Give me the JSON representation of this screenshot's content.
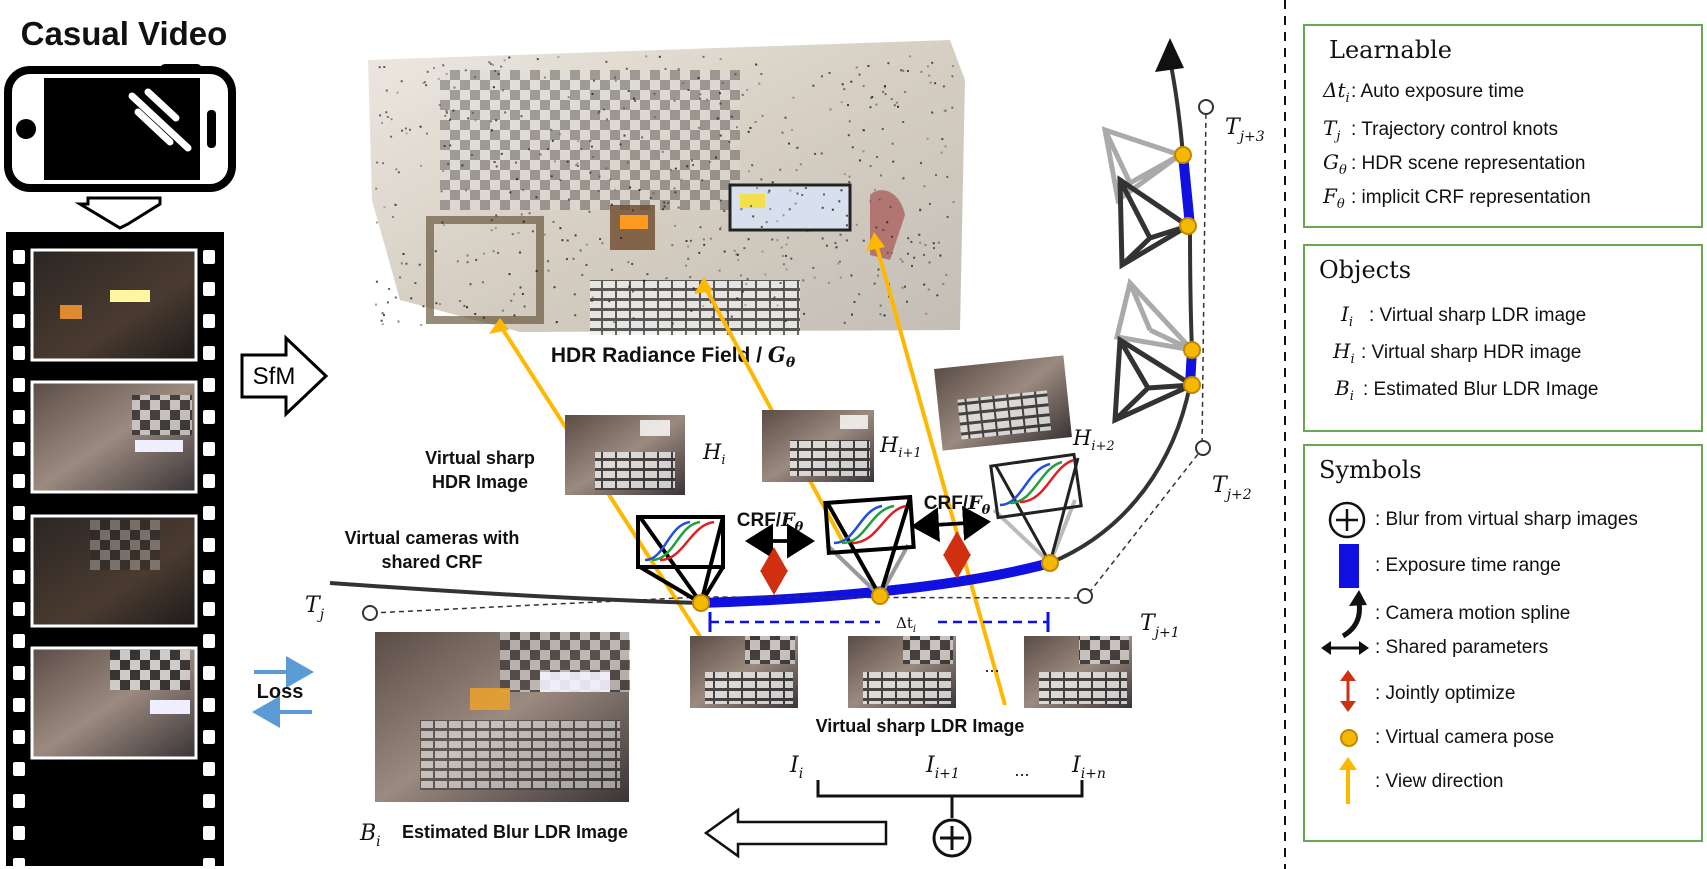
{
  "left_column": {
    "title": "Casual Video",
    "sfm_label": "SfM",
    "loss_label": "Loss"
  },
  "diagram": {
    "hdr_field_label": "HDR Radiance Field / ",
    "hdr_field_symbol": "G",
    "hdr_field_sub": "θ",
    "virtual_sharp_hdr_line1": "Virtual sharp",
    "virtual_sharp_hdr_line2": "HDR Image",
    "virtual_cameras_line1": "Virtual cameras with",
    "virtual_cameras_line2": "shared CRF",
    "crf_label": "CRF/",
    "crf_symbol": "F",
    "crf_sub": "θ",
    "virtual_sharp_ldr_label": "Virtual sharp LDR Image",
    "estimated_blur_label": "Estimated Blur LDR Image",
    "dots": "...",
    "delta_t": "Δt",
    "delta_t_sub": "i",
    "h_labels": [
      {
        "base": "H",
        "sub": "i"
      },
      {
        "base": "H",
        "sub": "i+1"
      },
      {
        "base": "H",
        "sub": "i+2"
      }
    ],
    "i_labels": [
      {
        "base": "I",
        "sub": "i"
      },
      {
        "base": "I",
        "sub": "i+1"
      },
      {
        "base": "I",
        "sub": "i+n"
      }
    ],
    "t_labels": [
      {
        "base": "T",
        "sub": "j"
      },
      {
        "base": "T",
        "sub": "j+1"
      },
      {
        "base": "T",
        "sub": "j+2"
      },
      {
        "base": "T",
        "sub": "j+3"
      }
    ],
    "b_label": {
      "base": "B",
      "sub": "i"
    }
  },
  "legend": {
    "learnable": {
      "title": "Learnable",
      "items": [
        {
          "sym": "Δt",
          "sub": "i",
          "text": ": Auto exposure time"
        },
        {
          "sym": "T",
          "sub": "j",
          "text": ": Trajectory control knots"
        },
        {
          "sym": "G",
          "sub": "θ",
          "text": ": HDR scene representation"
        },
        {
          "sym": "F",
          "sub": "θ",
          "text": ": implicit CRF representation"
        }
      ]
    },
    "objects": {
      "title": "Objects",
      "items": [
        {
          "sym": "I",
          "sub": "i",
          "text": ": Virtual sharp LDR image"
        },
        {
          "sym": "H",
          "sub": "i",
          "text": ": Virtual sharp HDR image"
        },
        {
          "sym": "B",
          "sub": "i",
          "text": ": Estimated Blur LDR Image"
        }
      ]
    },
    "symbols": {
      "title": "Symbols",
      "items": [
        {
          "icon": "blur-sum-icon",
          "text": ": Blur from virtual sharp images"
        },
        {
          "icon": "exposure-range-icon",
          "text": ": Exposure time range"
        },
        {
          "icon": "motion-spline-icon",
          "text": ": Camera motion spline"
        },
        {
          "icon": "shared-params-icon",
          "text": ": Shared parameters"
        },
        {
          "icon": "jointly-optimize-icon",
          "text": ": Jointly optimize"
        },
        {
          "icon": "camera-pose-icon",
          "text": ": Virtual camera pose"
        },
        {
          "icon": "view-direction-icon",
          "text": ": View direction"
        }
      ]
    }
  },
  "colors": {
    "spline": "#333333",
    "exposure": "#1010e0",
    "pose": "#f5b800",
    "view": "#ffb800",
    "shared": "#000000",
    "jointly": "#d03010",
    "loss": "#5b9bd5",
    "panel_border": "#6aa84f"
  }
}
